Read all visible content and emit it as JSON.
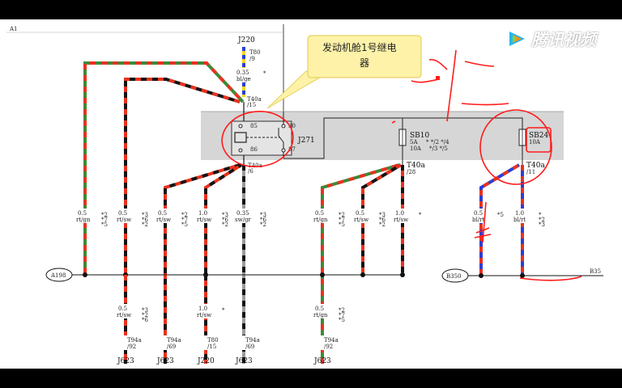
{
  "brand": {
    "name": "腾讯视频",
    "logo_icon": "play-logo-icon"
  },
  "callout": {
    "line1": "发动机舱1号继电",
    "line2": "器"
  },
  "top": {
    "sheet_tag": "A1",
    "j220": "J220",
    "t80": "T80",
    "t80_pin": "/9",
    "wire_size": "0.35",
    "wire_color": "bl/ge",
    "star": "*"
  },
  "relay": {
    "t40a_top": "T40a",
    "pin_top": "/15",
    "p85": "85",
    "p30": "30",
    "p86": "86",
    "p87": "87",
    "name": "J271",
    "t40a_bot": "T40a",
    "pin_bot": "/6"
  },
  "fuses": {
    "sb10": {
      "name": "SB10",
      "rating1": "5A",
      "rating2": "10A",
      "notes1": "*  */2  */4",
      "notes2": "*/3  */5"
    },
    "sb24": {
      "name": "SB24",
      "rating": "10A"
    },
    "t40a_28": {
      "name": "T40a",
      "pin": "/28"
    },
    "t40a_11": {
      "name": "T40a",
      "pin": "/11"
    }
  },
  "wires": [
    {
      "size": "0.5",
      "color": "rt/gn",
      "notes": [
        "*2",
        "*7",
        "*5"
      ]
    },
    {
      "size": "0.5",
      "color": "rt/sw",
      "notes": [
        "*3",
        "*6",
        "*2"
      ]
    },
    {
      "size": "0.5",
      "color": "rt/sw",
      "notes": [
        "*2",
        "*7",
        "*5"
      ]
    },
    {
      "size": "1.0",
      "color": "rt/sw",
      "notes": [
        "*3",
        "*6",
        "*2"
      ]
    },
    {
      "size": "0.35",
      "color": "sw/gr",
      "notes": [
        "*3",
        "*6",
        "*2"
      ]
    },
    {
      "size": "0.5",
      "color": "rt/gn",
      "notes": [
        "*2",
        "*7",
        "*5"
      ]
    },
    {
      "size": "0.5",
      "color": "rt/sw",
      "notes": [
        "*3",
        "*6",
        "*2"
      ]
    },
    {
      "size": "1.0",
      "color": "rt/sw",
      "notes": [
        "*"
      ]
    },
    {
      "size": "0.5",
      "color": "bl/rt",
      "notes": [
        "*5"
      ]
    },
    {
      "size": "1.0",
      "color": "bl/rt",
      "notes": [
        "*",
        "*2",
        "*3"
      ]
    }
  ],
  "bus": {
    "a198": "A198",
    "b350": "B350",
    "b35": "B35"
  },
  "lower_wires": [
    {
      "size": "0.5",
      "color": "rt/sw",
      "notes": [
        "*3",
        "*2",
        "*6"
      ]
    },
    {
      "size": "1.0",
      "color": "rt/sw",
      "notes": [
        "*"
      ]
    },
    {
      "size": "0.5",
      "color": "rt/gn",
      "notes": [
        "*2",
        "*7",
        "*5"
      ]
    }
  ],
  "terminals": [
    {
      "conn": "T94a",
      "pin": "/92",
      "unit": "J623"
    },
    {
      "conn": "T94a",
      "pin": "/69",
      "unit": "J623"
    },
    {
      "conn": "T80",
      "pin": "/15",
      "unit": "J220"
    },
    {
      "conn": "T94a",
      "pin": "/69",
      "unit": "J623"
    },
    {
      "conn": "T94a",
      "pin": "/92",
      "unit": "J623"
    }
  ],
  "annotations": {
    "handwritten": "ⅼ=ⅼ—"
  },
  "colors": {
    "red": "#e8321e",
    "green": "#3c8a3a",
    "black": "#141414",
    "blue": "#2b3fd6",
    "grey": "#9a9a9a",
    "yellow": "#f2d81c",
    "ink": "#ff1a1a",
    "panel": "#d6d6d6",
    "callout": "#fdf2a8"
  }
}
